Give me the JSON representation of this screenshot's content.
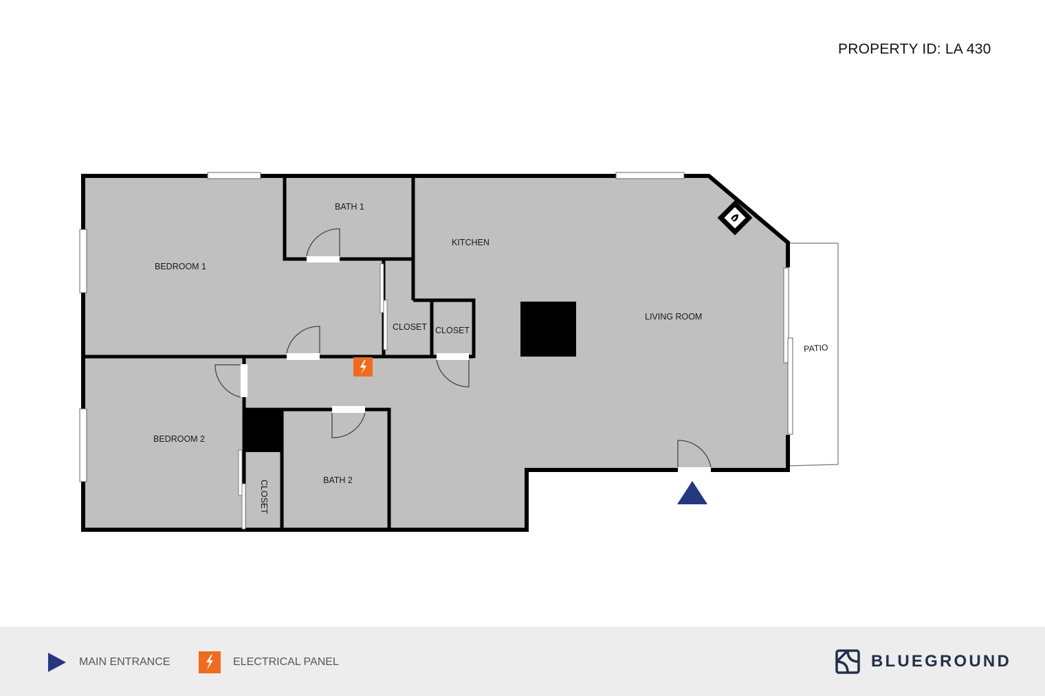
{
  "header": {
    "property_id": "PROPERTY ID: LA 430"
  },
  "floorplan": {
    "colors": {
      "floor": "#c0c0c0",
      "wall": "#000000",
      "entrance_marker": "#243782",
      "electrical": "#f26b1d",
      "background": "#ffffff"
    },
    "rooms": {
      "bedroom1": "BEDROOM 1",
      "bath1": "BATH 1",
      "kitchen": "KITCHEN",
      "closet_a": "CLOSET",
      "closet_b": "CLOSET",
      "living_room": "LIVING ROOM",
      "patio": "PATIO",
      "bedroom2": "BEDROOM 2",
      "closet_c": "CLOSET",
      "bath2": "BATH 2"
    }
  },
  "legend": {
    "main_entrance": "MAIN ENTRANCE",
    "electrical_panel": "ELECTRICAL PANEL"
  },
  "brand": {
    "name": "BLUEGROUND",
    "color": "#22304a"
  }
}
